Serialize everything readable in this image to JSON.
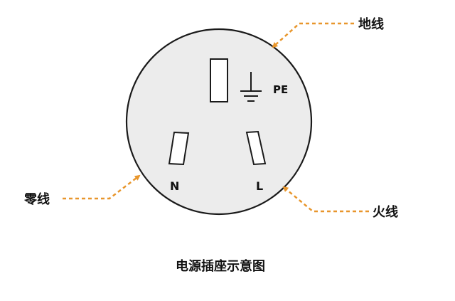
{
  "colors": {
    "face": "#ececec",
    "outline": "#1a1a1a",
    "callout": "#e8962c"
  },
  "pins": {
    "earth": "PE",
    "neutral": "N",
    "live": "L"
  },
  "callouts": {
    "earth": "地线",
    "neutral": "零线",
    "live": "火线"
  },
  "ground_symbol_icon": "earth-ground-icon",
  "caption": "电源插座示意图"
}
